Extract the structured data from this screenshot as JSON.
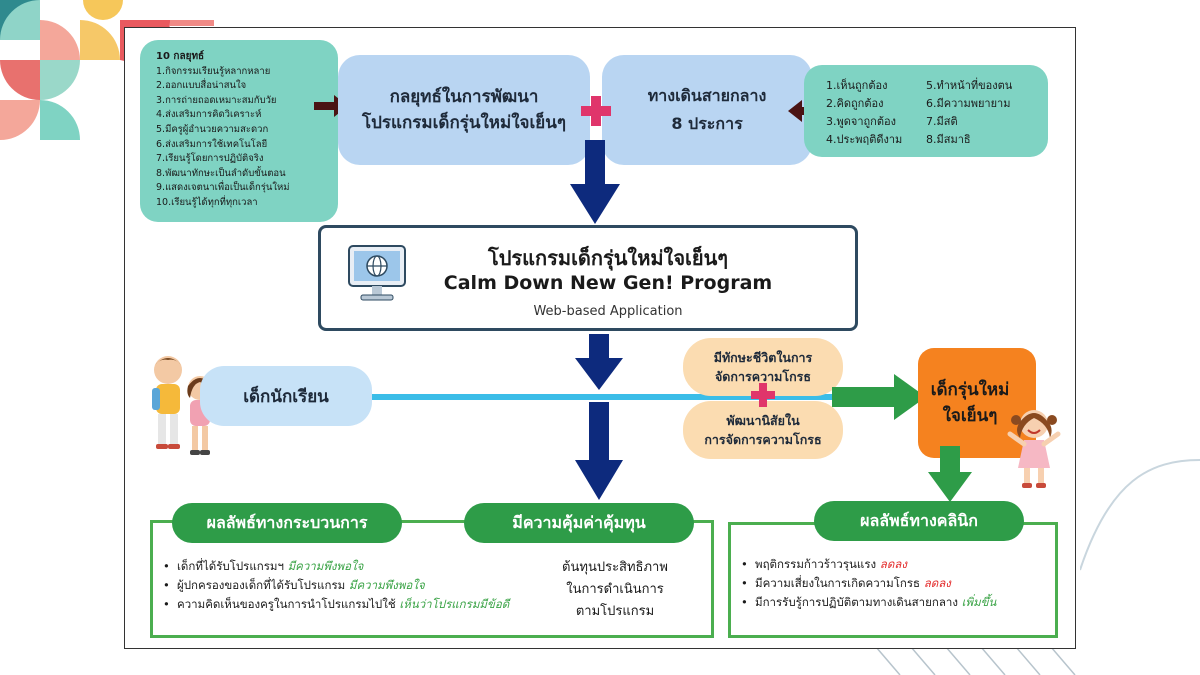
{
  "strategies": {
    "title": "10 กลยุทธ์",
    "items": [
      "1.กิจกรรมเรียนรู้หลากหลาย",
      "2.ออกแบบสื่อน่าสนใจ",
      "3.การถ่ายถอดเหมาะสมกับวัย",
      "4.ส่งเสริมการคิดวิเคราะห์",
      "5.มีครูผู้อำนวยความสะดวก",
      "6.ส่งเสริมการใช้เทคโนโลยี",
      "7.เรียนรู้โดยการปฏิบัติจริง",
      "8.พัฒนาทักษะเป็นลำดับขั้นตอน",
      "9.แสดงเจตนาเพื่อเป็นเด็กรุ่นใหม่",
      "10.เรียนรู้ได้ทุกที่ทุกเวลา"
    ]
  },
  "strategy_dev": {
    "line1": "กลยุทธ์ในการพัฒนา",
    "line2": "โปรแกรมเด็กรุ่นใหม่ใจเย็นๆ"
  },
  "middle_path": {
    "line1": "ทางเดินสายกลาง",
    "line2": "8 ประการ"
  },
  "path_items": [
    "1.เห็นถูกต้อง",
    "5.ทำหน้าที่ของตน",
    "2.คิดถูกต้อง",
    "6.มีความพยายาม",
    "3.พูดจาถูกต้อง",
    "7.มีสติ",
    "4.ประพฤติดีงาม",
    "8.มีสมาธิ"
  ],
  "program": {
    "title_th": "โปรแกรมเด็กรุ่นใหม่ใจเย็นๆ",
    "title_en": "Calm Down New Gen! Program",
    "subtitle": "Web-based Application"
  },
  "student": "เด็กนักเรียน",
  "skill_top": {
    "line1": "มีทักษะชีวิตในการ",
    "line2": "จัดการความโกรธ"
  },
  "skill_bottom": {
    "line1": "พัฒนานิสัยใน",
    "line2": "การจัดการความโกรธ"
  },
  "new_gen": {
    "line1": "เด็กรุ่นใหม่",
    "line2": "ใจเย็นๆ"
  },
  "process_result": {
    "title": "ผลลัพธ์ทางกระบวนการ",
    "items": [
      {
        "text": "เด็กที่ได้รับโปรแกรมฯ ",
        "hl": "มีความพึงพอใจ"
      },
      {
        "text": "ผู้ปกครองของเด็กที่ได้รับโปรแกรม ",
        "hl": "มีความพึงพอใจ"
      },
      {
        "text": "ความคิดเห็นของครูในการนำโปรแกรมไปใช้ ",
        "hl": "เห็นว่าโปรแกรมมีข้อดี"
      }
    ]
  },
  "cost": {
    "title": "มีความคุ้มค่าคุ้มทุน",
    "line1": "ต้นทุนประสิทธิภาพ",
    "line2": "ในการดำเนินการ",
    "line3": "ตามโปรแกรม"
  },
  "clinical_result": {
    "title": "ผลลัพธ์ทางคลินิก",
    "items": [
      {
        "text": "พฤติกรรมก้าวร้าวรุนแรง ",
        "hl": "ลดลง"
      },
      {
        "text": "มีความเสี่ยงในการเกิดความโกรธ ",
        "hl": "ลดลง"
      },
      {
        "text": "มีการรับรู้การปฏิบัติตามทางเดินสายกลาง ",
        "hl": "เพิ่มขึ้น"
      }
    ]
  },
  "colors": {
    "teal": "#7fd3c3",
    "light_blue": "#b9d5f2",
    "navy_arrow": "#0d2a7d",
    "green": "#2e9c48",
    "orange": "#f5821f",
    "peach": "#fbdcb1",
    "pink_plus": "#e0356b",
    "connector": "#3bbde8"
  }
}
